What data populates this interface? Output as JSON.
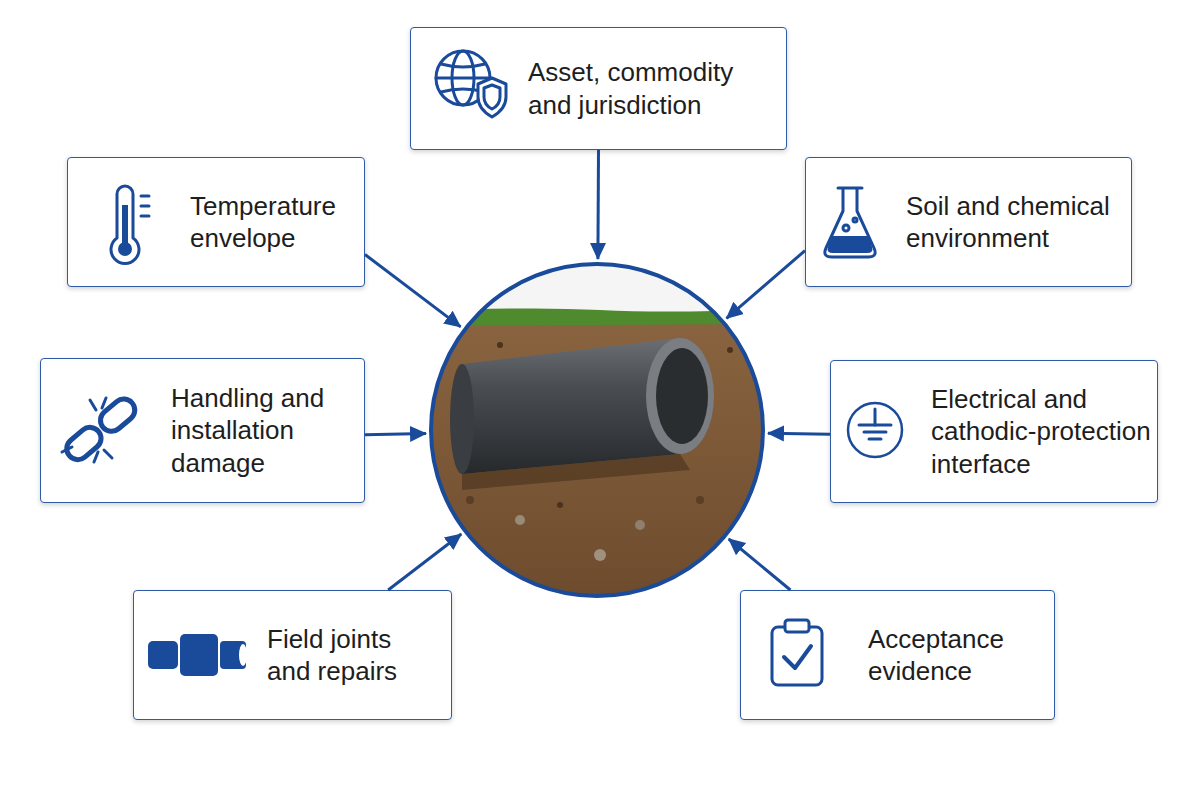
{
  "diagram": {
    "nodes": [
      {
        "text": [
          "Asset, commodity and jurisdiction"
        ]
      },
      {
        "text": [
          "Temperature envelope"
        ]
      },
      {
        "text": [
          "Soil and chemical environment"
        ]
      },
      {
        "text": [
          "Handling and installation damage"
        ]
      },
      {
        "text": []
      },
      {
        "text": [
          "Electrical and cathodic-protection interface"
        ]
      },
      {
        "text": [
          "Field joints and repairs"
        ]
      },
      {
        "text": [
          "Acceptance evidence"
        ]
      }
    ],
    "edges": [
      {
        "from": 0,
        "to": 4,
        "arrow": "to"
      },
      {
        "from": 1,
        "to": 4,
        "arrow": "to"
      },
      {
        "from": 2,
        "to": 4,
        "arrow": "to"
      },
      {
        "from": 3,
        "to": 4,
        "arrow": "to"
      },
      {
        "from": 5,
        "to": 4,
        "arrow": "to"
      },
      {
        "from": 6,
        "to": 4,
        "arrow": "to"
      },
      {
        "from": 7,
        "to": 4,
        "arrow": "to"
      }
    ]
  }
}
